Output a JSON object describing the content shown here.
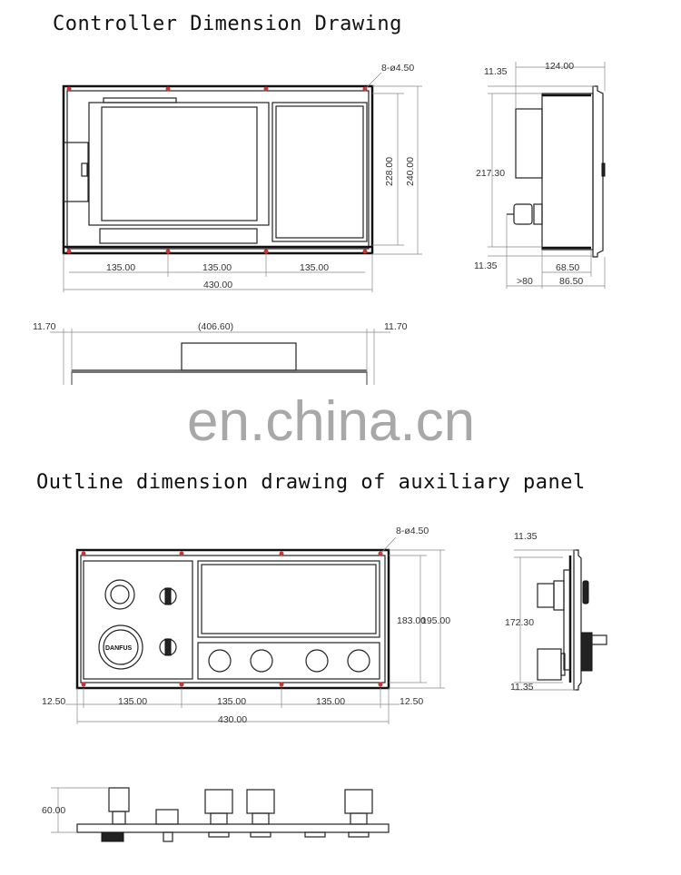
{
  "titles": {
    "controller": "Controller Dimension Drawing",
    "auxiliary": "Outline dimension drawing of auxiliary panel"
  },
  "watermark": "en.china.cn",
  "controller": {
    "holes": "8-ø4.50",
    "height_inner": "228.00",
    "height_outer": "240.00",
    "spacing": [
      "135.00",
      "135.00",
      "135.00"
    ],
    "width": "430.00",
    "side": {
      "depth": "124.00",
      "top_offset": "11.35",
      "height": "217.30",
      "bottom_offset": "11.35",
      "body_depth": "68.50",
      "connector_depth": ">80",
      "total_depth": "86.50"
    },
    "top": {
      "left_margin": "11.70",
      "inner_width": "(406.60)",
      "right_margin": "11.70"
    }
  },
  "auxiliary": {
    "holes": "8-ø4.50",
    "height_inner": "183.00",
    "height_outer": "195.00",
    "edge_left": "12.50",
    "spacing": [
      "135.00",
      "135.00",
      "135.00"
    ],
    "edge_right": "12.50",
    "width": "430.00",
    "knob_brand": "DANFUS",
    "side": {
      "top_offset": "11.35",
      "height": "172.30",
      "bottom_offset": "11.35"
    },
    "bottom": {
      "height": "60.00"
    }
  }
}
